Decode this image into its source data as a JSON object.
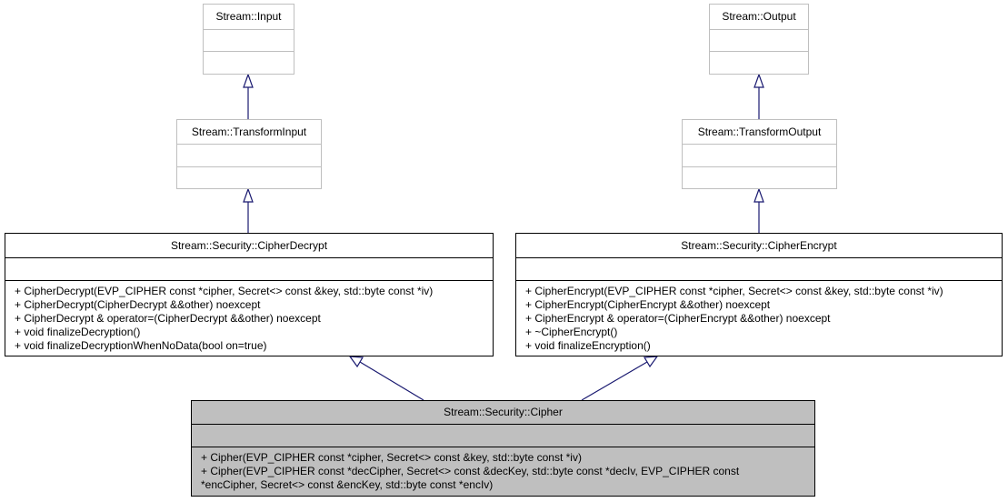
{
  "classes": {
    "input": {
      "name": "Stream::Input"
    },
    "output": {
      "name": "Stream::Output"
    },
    "transform_input": {
      "name": "Stream::TransformInput"
    },
    "transform_output": {
      "name": "Stream::TransformOutput"
    },
    "cipher_decrypt": {
      "name": "Stream::Security::CipherDecrypt",
      "methods": [
        "+ CipherDecrypt(EVP_CIPHER const *cipher, Secret<> const &key, std::byte const *iv)",
        "+ CipherDecrypt(CipherDecrypt &&other) noexcept",
        "+ CipherDecrypt & operator=(CipherDecrypt &&other) noexcept",
        "+ void finalizeDecryption()",
        "+ void finalizeDecryptionWhenNoData(bool on=true)"
      ]
    },
    "cipher_encrypt": {
      "name": "Stream::Security::CipherEncrypt",
      "methods": [
        "+ CipherEncrypt(EVP_CIPHER const *cipher, Secret<> const &key, std::byte const *iv)",
        "+ CipherEncrypt(CipherEncrypt &&other) noexcept",
        "+ CipherEncrypt & operator=(CipherEncrypt &&other) noexcept",
        "+ ~CipherEncrypt()",
        "+ void finalizeEncryption()"
      ]
    },
    "cipher": {
      "name": "Stream::Security::Cipher",
      "methods": [
        "+ Cipher(EVP_CIPHER const *cipher, Secret<> const &key, std::byte const *iv)",
        "+ Cipher(EVP_CIPHER const *decCipher, Secret<> const &decKey, std::byte const *decIv, EVP_CIPHER const",
        "*encCipher, Secret<> const &encKey, std::byte const *encIv)"
      ]
    }
  },
  "colors": {
    "edge": "#191970",
    "focus_fill": "#bfbfbf",
    "external_border": "#bfbfbf"
  }
}
